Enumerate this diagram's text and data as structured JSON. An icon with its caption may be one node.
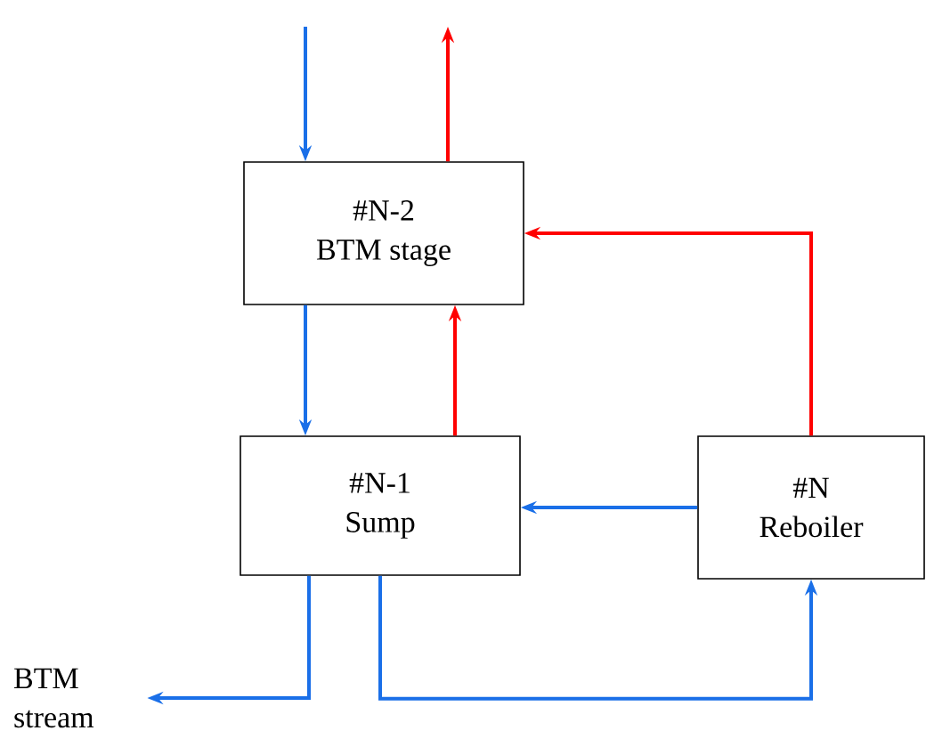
{
  "diagram": {
    "nodes": [
      {
        "text": [
          "#N-2",
          "BTM stage"
        ]
      },
      {
        "text": [
          "#N-1",
          "Sump"
        ]
      },
      {
        "text": [
          "#N",
          "Reboiler"
        ]
      },
      {
        "text": [
          "BTM stream"
        ]
      }
    ],
    "edges": [
      {
        "from": null,
        "to": 0,
        "arrow": "to"
      },
      {
        "from": 0,
        "to": null,
        "arrow": "to",
        "color": "#ff0000"
      },
      {
        "from": 0,
        "to": 1,
        "arrow": "to"
      },
      {
        "from": 1,
        "to": 0,
        "arrow": "to",
        "color": "#ff0000"
      },
      {
        "from": 2,
        "to": 0,
        "arrow": "to",
        "color": "#ff0000"
      },
      {
        "from": 2,
        "to": 1,
        "arrow": "to"
      },
      {
        "from": 1,
        "to": 3,
        "arrow": "to"
      },
      {
        "from": 1,
        "to": 2,
        "arrow": "to"
      }
    ]
  }
}
